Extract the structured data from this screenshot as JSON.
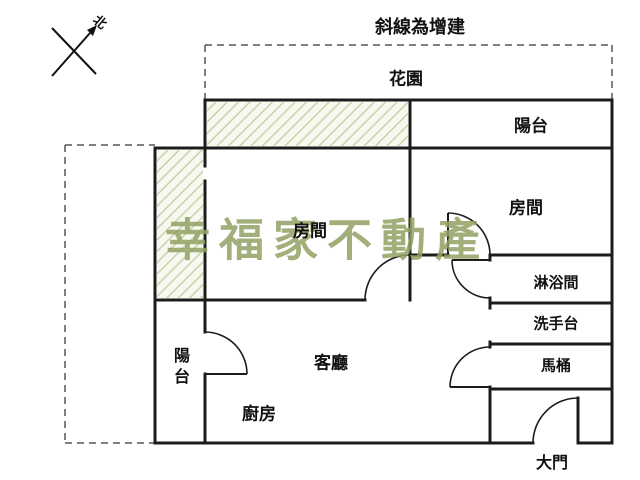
{
  "title": "斜線為增建",
  "compass": {
    "north_label": "北"
  },
  "watermark": {
    "text": "幸福家不動產",
    "color": "#93a263"
  },
  "labels": {
    "garden": "花園",
    "balcony_top": "陽台",
    "room_right": "房間",
    "room_middle": "房間",
    "shower": "淋浴間",
    "sink": "洗手台",
    "toilet": "馬桶",
    "living_room": "客廳",
    "kitchen": "廚房",
    "balcony_left": "陽台",
    "main_door": "大門"
  },
  "legend_note": "斜線為增建",
  "colors": {
    "wall": "#1c1c1c",
    "dashed_line": "#555555",
    "hatch_line": "#c8d3a7",
    "hatch_bg": "#f7f9f0",
    "watermark": "#93a263"
  }
}
